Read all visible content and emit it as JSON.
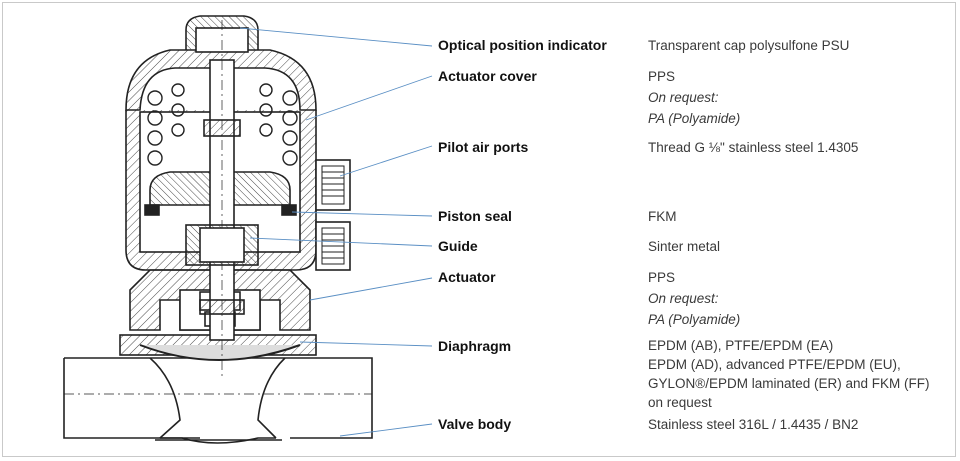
{
  "parts": [
    {
      "id": "optical",
      "label": "Optical position indicator",
      "desc": [
        "Transparent cap polysulfone PSU"
      ]
    },
    {
      "id": "cover",
      "label": "Actuator cover",
      "desc": [
        "PPS"
      ],
      "note_heading": "On request:",
      "note_text": "PA (Polyamide)"
    },
    {
      "id": "pilot",
      "label": "Pilot air ports",
      "desc": [
        "Thread G ⅛\" stainless steel 1.4305"
      ]
    },
    {
      "id": "piston",
      "label": "Piston seal",
      "desc": [
        "FKM"
      ]
    },
    {
      "id": "guide",
      "label": "Guide",
      "desc": [
        "Sinter metal"
      ]
    },
    {
      "id": "actuator",
      "label": "Actuator",
      "desc": [
        "PPS"
      ],
      "note_heading": "On request:",
      "note_text": "PA (Polyamide)"
    },
    {
      "id": "diaphragm",
      "label": "Diaphragm",
      "desc": [
        "EPDM (AB), PTFE/EPDM (EA)",
        "EPDM (AD), advanced PTFE/EPDM (EU),",
        "GYLON®/EPDM laminated (ER) and FKM (FF)",
        "on request"
      ]
    },
    {
      "id": "body",
      "label": "Valve body",
      "desc": [
        "Stainless steel 316L / 1.4435 / BN2"
      ]
    }
  ],
  "colors": {
    "leader_line": "#5a8fc4",
    "drawing": "#222222",
    "label_text": "#111111",
    "desc_text": "#3a3a3a"
  }
}
